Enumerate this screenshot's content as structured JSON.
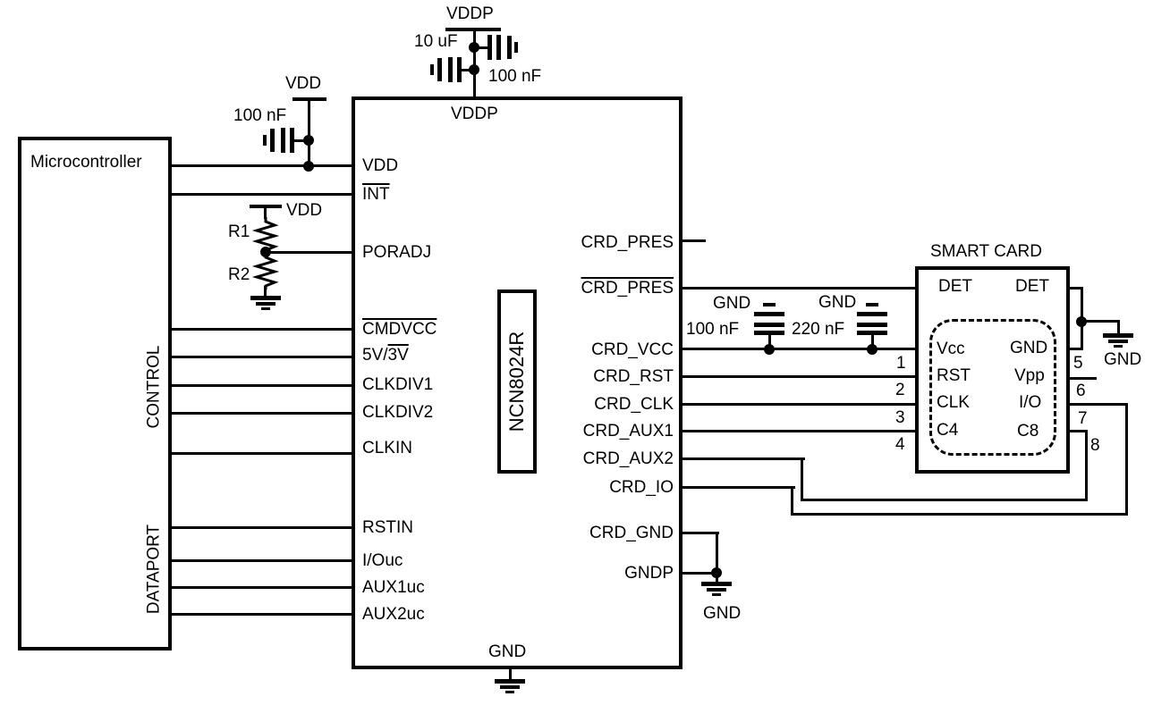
{
  "colors": {
    "ink": "#000000",
    "paper": "#ffffff"
  },
  "power_rails": {
    "vddp": "VDDP",
    "vdd": "VDD",
    "vdd_divider": "VDD"
  },
  "capacitors": {
    "vddp_bulk": "10 uF",
    "vddp_decoupling": "100 nF",
    "vdd_decoupling": "100 nF",
    "crd_vcc_decoupling_1": "100 nF",
    "crd_vcc_decoupling_2": "220 nF"
  },
  "resistors": {
    "r1": "R1",
    "r2": "R2"
  },
  "microcontroller": {
    "title": "Microcontroller",
    "control_bus": "CONTROL",
    "dataport_bus": "DATAPORT"
  },
  "chip": {
    "part_number": "NCN8024R",
    "top_pin": "VDDP",
    "bottom_pin": "GND",
    "left_pins": {
      "vdd": "VDD",
      "int": "INT",
      "poradj": "PORADJ",
      "cmdvcc": "CMDVCC",
      "volt_sel_prefix": "5V/",
      "volt_sel_overlined": "3V",
      "clkdiv1": "CLKDIV1",
      "clkdiv2": "CLKDIV2",
      "clkin": "CLKIN",
      "rstin": "RSTIN",
      "io_uc": "I/Ouc",
      "aux1_uc": "AUX1uc",
      "aux2_uc": "AUX2uc"
    },
    "right_pins": {
      "crd_pres": "CRD_PRES",
      "crd_pres_n": "CRD_PRES",
      "crd_vcc": "CRD_VCC",
      "crd_rst": "CRD_RST",
      "crd_clk": "CRD_CLK",
      "crd_aux1": "CRD_AUX1",
      "crd_aux2": "CRD_AUX2",
      "crd_io": "CRD_IO",
      "crd_gnd": "CRD_GND",
      "gndp": "GNDP"
    }
  },
  "smart_card": {
    "title": "SMART CARD",
    "det_left": "DET",
    "det_right": "DET",
    "contacts": {
      "vcc": "Vcc",
      "gnd": "GND",
      "rst": "RST",
      "vpp": "Vpp",
      "clk": "CLK",
      "io": "I/O",
      "c4": "C4",
      "c8": "C8"
    },
    "pin_numbers": {
      "p1": "1",
      "p2": "2",
      "p3": "3",
      "p4": "4",
      "p5": "5",
      "p6": "6",
      "p7": "7",
      "p8": "8"
    }
  },
  "ground_labels": {
    "cap1": "GND",
    "cap2": "GND",
    "card_right": "GND",
    "gndp": "GND"
  }
}
